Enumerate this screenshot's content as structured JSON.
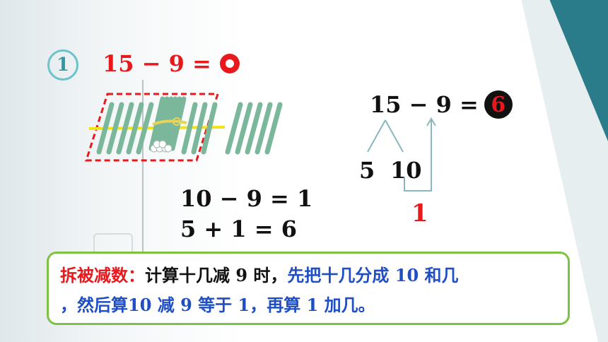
{
  "colors": {
    "accent_red": "#e8191d",
    "teal": "#2e9aa6",
    "box_border": "#7dc242",
    "blue_text": "#1f4fc2"
  },
  "problem": {
    "number": "1",
    "equation": "15 − 9 ="
  },
  "steps": {
    "line1": "10 − 9 = 1",
    "line2": "5 + 1 = 6"
  },
  "decomposition": {
    "equation": "15 − 9 =",
    "answer": "6",
    "split_left": "5",
    "split_right": "10",
    "intermediate": "1"
  },
  "summary": {
    "label": "拆被减数：",
    "part1": "计算十几减 9 时，",
    "part2": "先把十几分成 10 和几",
    "part3": "，然后算10 减 9 等于 1，再算 1 加几。"
  }
}
